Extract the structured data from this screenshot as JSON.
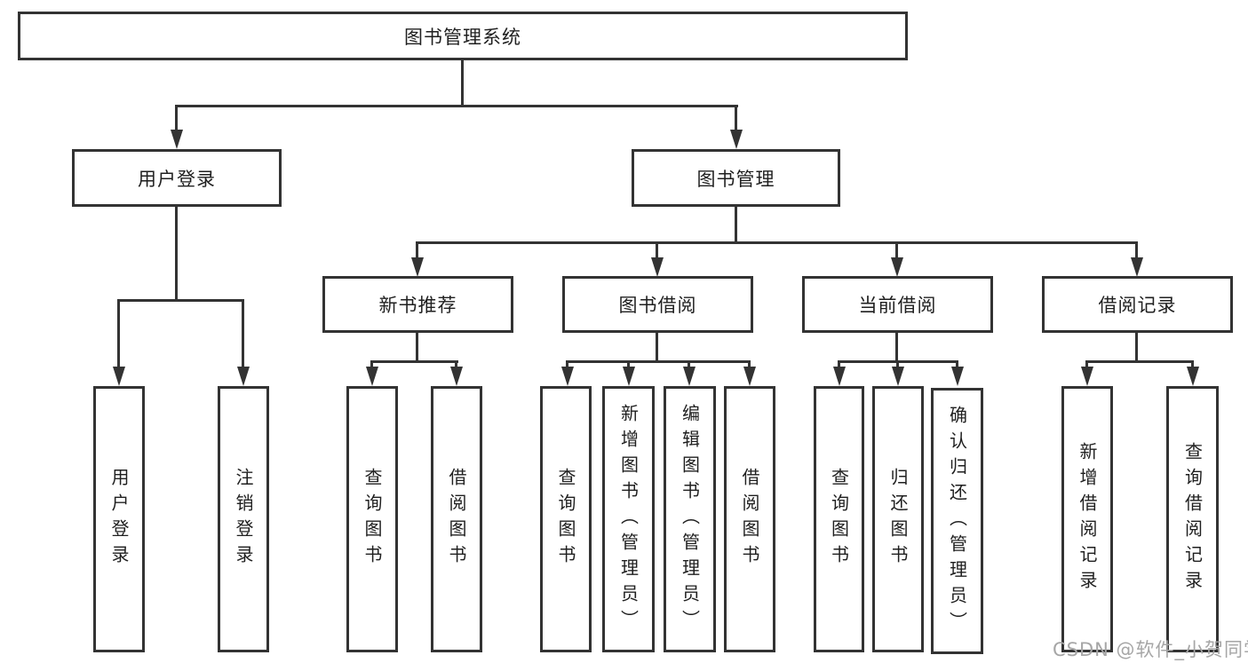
{
  "diagram": {
    "title_note": "functional structure chart",
    "colors": {
      "line": "#333333",
      "node_border": "#333333",
      "node_background": "#ffffff",
      "text": "#1f1f1f",
      "watermark": "#a6a6a6",
      "background": "#ffffff"
    },
    "root": {
      "label": "图书管理系统"
    },
    "user_login": {
      "label": "用户登录",
      "children": {
        "login": {
          "label": "用户登录"
        },
        "logout": {
          "label": "注销登录"
        }
      }
    },
    "book_mgmt": {
      "label": "图书管理",
      "children": {
        "new_rec": {
          "label": "新书推荐",
          "children": {
            "query": {
              "label": "查询图书"
            },
            "borrow": {
              "label": "借阅图书"
            }
          }
        },
        "borrow": {
          "label": "图书借阅",
          "children": {
            "query": {
              "label": "查询图书"
            },
            "add": {
              "label": "新增图书（管理员）"
            },
            "edit": {
              "label": "编辑图书（管理员）"
            },
            "borrow": {
              "label": "借阅图书"
            }
          }
        },
        "current": {
          "label": "当前借阅",
          "children": {
            "query": {
              "label": "查询图书"
            },
            "return": {
              "label": "归还图书"
            },
            "confirm": {
              "label": "确认归还（管理员）"
            }
          }
        },
        "records": {
          "label": "借阅记录",
          "children": {
            "add": {
              "label": "新增借阅记录"
            },
            "query": {
              "label": "查询借阅记录"
            }
          }
        }
      }
    },
    "watermark": "CSDN @软件_小贺同学"
  }
}
